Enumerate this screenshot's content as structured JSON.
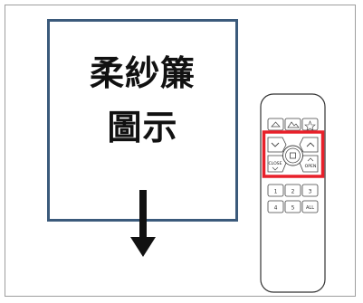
{
  "shade": {
    "title_line1": "柔紗簾",
    "title_line2": "圖示",
    "border_color": "#3b5a7b"
  },
  "direction_arrow": {
    "icon": "arrow-down-icon",
    "direction": "down"
  },
  "remote": {
    "highlight_color": "#e8202a",
    "highlight_target": "shade-control-buttons",
    "buttons": {
      "close_label": "CLOSE",
      "open_label": "OPEN",
      "all_label": "ALL",
      "channel_1": "1",
      "channel_2": "2",
      "channel_3": "3",
      "channel_4": "4",
      "channel_5": "5"
    }
  }
}
